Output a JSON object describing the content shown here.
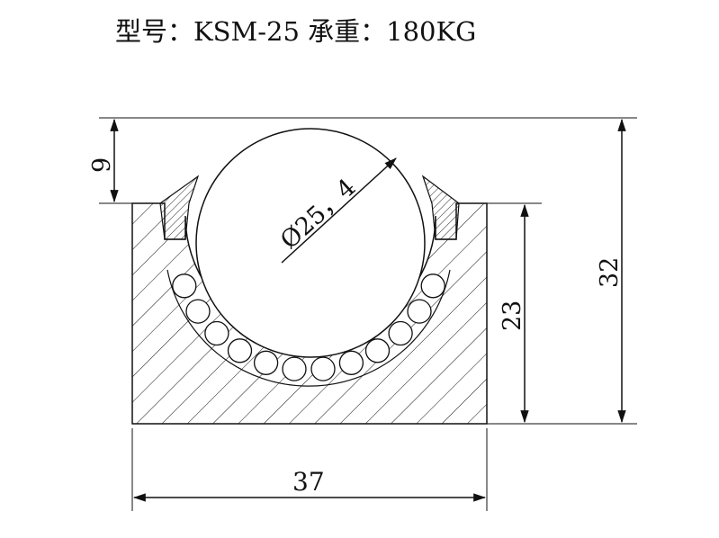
{
  "title": "型号：KSM-25 承重：180KG",
  "dimensions": {
    "top_height": "9",
    "ball_diameter": "Ø25，4",
    "body_height": "23",
    "total_height": "32",
    "width": "37"
  },
  "colors": {
    "line": "#111111",
    "background": "#ffffff"
  }
}
